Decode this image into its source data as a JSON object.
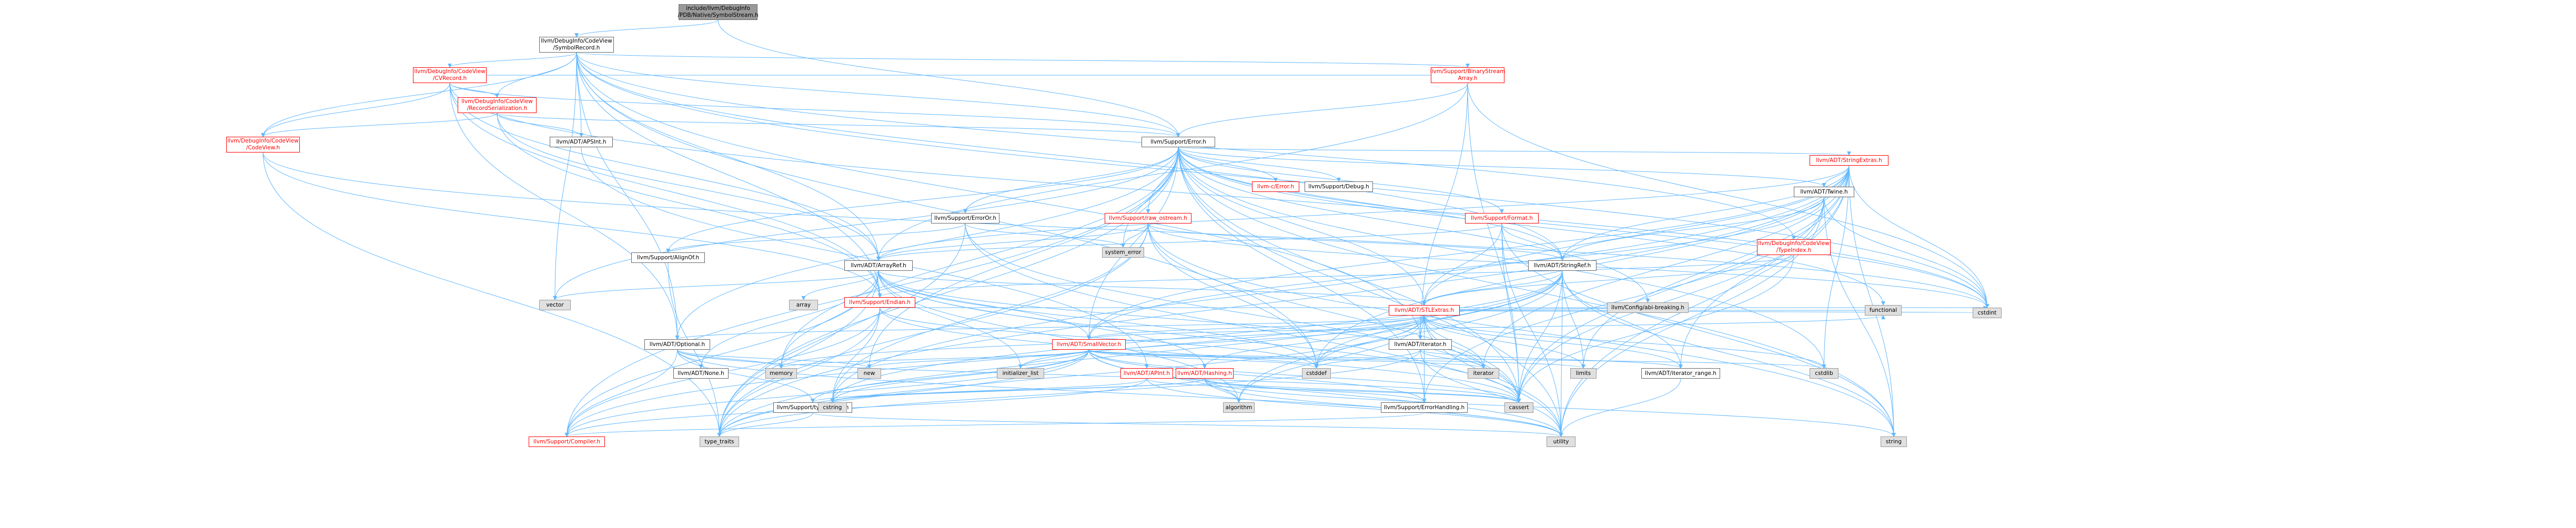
{
  "nodes": [
    {
      "id": "root",
      "lines": [
        "include/llvm/DebugInfo",
        "/PDB/Native/SymbolStream.h"
      ],
      "style": "root"
    },
    {
      "id": "symrec",
      "lines": [
        "llvm/DebugInfo/CodeView",
        "/SymbolRecord.h"
      ],
      "style": "white"
    },
    {
      "id": "cvrecord",
      "lines": [
        "llvm/DebugInfo/CodeView",
        "/CVRecord.h"
      ],
      "style": "red"
    },
    {
      "id": "recser",
      "lines": [
        "llvm/DebugInfo/CodeView",
        "/RecordSerialization.h"
      ],
      "style": "red"
    },
    {
      "id": "codeview",
      "lines": [
        "llvm/DebugInfo/CodeView",
        "/CodeView.h"
      ],
      "style": "red"
    },
    {
      "id": "binstreamarray",
      "lines": [
        "llvm/Support/BinaryStream",
        "Array.h"
      ],
      "style": "red"
    },
    {
      "id": "error",
      "lines": [
        "llvm/Support/Error.h"
      ],
      "style": "white"
    },
    {
      "id": "apsint",
      "lines": [
        "llvm/ADT/APSInt.h"
      ],
      "style": "white"
    },
    {
      "id": "stringextras",
      "lines": [
        "llvm/ADT/StringExtras.h"
      ],
      "style": "red"
    },
    {
      "id": "cerror",
      "lines": [
        "llvm-c/Error.h"
      ],
      "style": "red"
    },
    {
      "id": "debug",
      "lines": [
        "llvm/Support/Debug.h"
      ],
      "style": "white"
    },
    {
      "id": "erroror",
      "lines": [
        "llvm/Support/ErrorOr.h"
      ],
      "style": "white"
    },
    {
      "id": "rawostream",
      "lines": [
        "llvm/Support/raw_ostream.h"
      ],
      "style": "red"
    },
    {
      "id": "format",
      "lines": [
        "llvm/Support/Format.h"
      ],
      "style": "red"
    },
    {
      "id": "twine",
      "lines": [
        "llvm/ADT/Twine.h"
      ],
      "style": "white"
    },
    {
      "id": "typeindex",
      "lines": [
        "llvm/DebugInfo/CodeView",
        "/TypeIndex.h"
      ],
      "style": "red"
    },
    {
      "id": "alignof",
      "lines": [
        "llvm/Support/AlignOf.h"
      ],
      "style": "white"
    },
    {
      "id": "arrayref",
      "lines": [
        "llvm/ADT/ArrayRef.h"
      ],
      "style": "white"
    },
    {
      "id": "systemerror",
      "lines": [
        "system_error"
      ],
      "style": "grey"
    },
    {
      "id": "stringref",
      "lines": [
        "llvm/ADT/StringRef.h"
      ],
      "style": "white"
    },
    {
      "id": "endian",
      "lines": [
        "llvm/Support/Endian.h"
      ],
      "style": "red"
    },
    {
      "id": "stlextras",
      "lines": [
        "llvm/ADT/STLExtras.h"
      ],
      "style": "red"
    },
    {
      "id": "vector",
      "lines": [
        "vector"
      ],
      "style": "grey"
    },
    {
      "id": "array",
      "lines": [
        "array"
      ],
      "style": "grey"
    },
    {
      "id": "optional",
      "lines": [
        "llvm/ADT/Optional.h"
      ],
      "style": "white"
    },
    {
      "id": "smallvector",
      "lines": [
        "llvm/ADT/SmallVector.h"
      ],
      "style": "red"
    },
    {
      "id": "iterator",
      "lines": [
        "llvm/ADT/iterator.h"
      ],
      "style": "white"
    },
    {
      "id": "configabi",
      "lines": [
        "llvm/Config/abi-breaking.h"
      ],
      "style": "grey"
    },
    {
      "id": "functional",
      "lines": [
        "functional"
      ],
      "style": "grey"
    },
    {
      "id": "cstdint",
      "lines": [
        "cstdint"
      ],
      "style": "grey"
    },
    {
      "id": "none",
      "lines": [
        "llvm/ADT/None.h"
      ],
      "style": "white"
    },
    {
      "id": "memory",
      "lines": [
        "memory"
      ],
      "style": "grey"
    },
    {
      "id": "new",
      "lines": [
        "new"
      ],
      "style": "grey"
    },
    {
      "id": "apint",
      "lines": [
        "llvm/ADT/APInt.h"
      ],
      "style": "red"
    },
    {
      "id": "hashing",
      "lines": [
        "llvm/ADT/Hashing.h"
      ],
      "style": "red"
    },
    {
      "id": "initlist",
      "lines": [
        "initializer_list"
      ],
      "style": "grey"
    },
    {
      "id": "cstddef",
      "lines": [
        "cstddef"
      ],
      "style": "grey"
    },
    {
      "id": "iteratorstd",
      "lines": [
        "iterator"
      ],
      "style": "grey"
    },
    {
      "id": "limits",
      "lines": [
        "limits"
      ],
      "style": "grey"
    },
    {
      "id": "iterrange",
      "lines": [
        "llvm/ADT/iterator_range.h"
      ],
      "style": "white"
    },
    {
      "id": "cstdlib",
      "lines": [
        "cstdlib"
      ],
      "style": "grey"
    },
    {
      "id": "typetraits_llvm",
      "lines": [
        "llvm/Support/type_traits.h"
      ],
      "style": "white"
    },
    {
      "id": "errorhandling",
      "lines": [
        "llvm/Support/ErrorHandling.h"
      ],
      "style": "white"
    },
    {
      "id": "cstring",
      "lines": [
        "cstring"
      ],
      "style": "grey"
    },
    {
      "id": "algorithm",
      "lines": [
        "algorithm"
      ],
      "style": "grey"
    },
    {
      "id": "cassert",
      "lines": [
        "cassert"
      ],
      "style": "grey"
    },
    {
      "id": "compiler",
      "lines": [
        "llvm/Support/Compiler.h"
      ],
      "style": "red"
    },
    {
      "id": "typetraits",
      "lines": [
        "type_traits"
      ],
      "style": "grey"
    },
    {
      "id": "utility",
      "lines": [
        "utility"
      ],
      "style": "grey"
    },
    {
      "id": "string",
      "lines": [
        "string"
      ],
      "style": "grey"
    }
  ],
  "edges": [
    [
      "root",
      "symrec"
    ],
    [
      "root",
      "error"
    ],
    [
      "symrec",
      "cvrecord"
    ],
    [
      "symrec",
      "recser"
    ],
    [
      "symrec",
      "codeview"
    ],
    [
      "symrec",
      "binstreamarray"
    ],
    [
      "symrec",
      "apsint"
    ],
    [
      "symrec",
      "arrayref"
    ],
    [
      "symrec",
      "optional"
    ],
    [
      "symrec",
      "stringref"
    ],
    [
      "symrec",
      "iterator"
    ],
    [
      "symrec",
      "endian"
    ],
    [
      "symrec",
      "error"
    ],
    [
      "symrec",
      "vector"
    ],
    [
      "symrec",
      "cstdint"
    ],
    [
      "symrec",
      "cstddef"
    ],
    [
      "symrec",
      "typeindex"
    ],
    [
      "cvrecord",
      "codeview"
    ],
    [
      "cvrecord",
      "recser"
    ],
    [
      "cvrecord",
      "arrayref"
    ],
    [
      "cvrecord",
      "optional"
    ],
    [
      "cvrecord",
      "endian"
    ],
    [
      "cvrecord",
      "error"
    ],
    [
      "cvrecord",
      "binstreamarray"
    ],
    [
      "cvrecord",
      "cstdint"
    ],
    [
      "recser",
      "apsint"
    ],
    [
      "recser",
      "arrayref"
    ],
    [
      "recser",
      "codeview"
    ],
    [
      "recser",
      "endian"
    ],
    [
      "recser",
      "error"
    ],
    [
      "recser",
      "cinttypes"
    ],
    [
      "codeview",
      "cstdint"
    ],
    [
      "codeview",
      "typetraits"
    ],
    [
      "codeview",
      "endian"
    ],
    [
      "binstreamarray",
      "arrayref"
    ],
    [
      "binstreamarray",
      "iterator"
    ],
    [
      "binstreamarray",
      "error"
    ],
    [
      "binstreamarray",
      "cassert"
    ],
    [
      "binstreamarray",
      "cstdint"
    ],
    [
      "apsint",
      "apint"
    ],
    [
      "error",
      "cerror"
    ],
    [
      "error",
      "debug"
    ],
    [
      "error",
      "erroror"
    ],
    [
      "error",
      "rawostream"
    ],
    [
      "error",
      "format"
    ],
    [
      "error",
      "twine"
    ],
    [
      "error",
      "stringextras"
    ],
    [
      "error",
      "alignof"
    ],
    [
      "error",
      "compiler"
    ],
    [
      "error",
      "errorhandling"
    ],
    [
      "error",
      "smallvector"
    ],
    [
      "error",
      "stlextras"
    ],
    [
      "error",
      "configabi"
    ],
    [
      "error",
      "typetraits"
    ],
    [
      "error",
      "utility"
    ],
    [
      "error",
      "string"
    ],
    [
      "error",
      "vector"
    ],
    [
      "error",
      "memory"
    ],
    [
      "error",
      "new"
    ],
    [
      "error",
      "systemerror"
    ],
    [
      "error",
      "cstdint"
    ],
    [
      "error",
      "cassert"
    ],
    [
      "error",
      "cstdlib"
    ],
    [
      "error",
      "functional"
    ],
    [
      "error",
      "optional"
    ],
    [
      "error",
      "stringref"
    ],
    [
      "stringextras",
      "twine"
    ],
    [
      "stringextras",
      "arrayref"
    ],
    [
      "stringextras",
      "stringref"
    ],
    [
      "stringextras",
      "smallvector"
    ],
    [
      "stringextras",
      "cassert"
    ],
    [
      "stringextras",
      "cstddef"
    ],
    [
      "stringextras",
      "cstdint"
    ],
    [
      "stringextras",
      "cstdlib"
    ],
    [
      "stringextras",
      "cstring"
    ],
    [
      "stringextras",
      "iteratorstd"
    ],
    [
      "stringextras",
      "string"
    ],
    [
      "stringextras",
      "utility"
    ],
    [
      "stringextras",
      "limits"
    ],
    [
      "stringextras",
      "iterrange"
    ],
    [
      "stringextras",
      "stlextras"
    ],
    [
      "stringextras",
      "typetraits"
    ],
    [
      "erroror",
      "alignof"
    ],
    [
      "erroror",
      "cassert"
    ],
    [
      "erroror",
      "systemerror"
    ],
    [
      "erroror",
      "typetraits"
    ],
    [
      "erroror",
      "utility"
    ],
    [
      "rawostream",
      "arrayref"
    ],
    [
      "rawostream",
      "stringref"
    ],
    [
      "rawostream",
      "cassert"
    ],
    [
      "rawostream",
      "cstddef"
    ],
    [
      "rawostream",
      "cstdint"
    ],
    [
      "rawostream",
      "cstring"
    ],
    [
      "rawostream",
      "string"
    ],
    [
      "rawostream",
      "systemerror"
    ],
    [
      "rawostream",
      "typetraits"
    ],
    [
      "format",
      "arrayref"
    ],
    [
      "format",
      "stringref"
    ],
    [
      "format",
      "stlextras"
    ],
    [
      "format",
      "cassert"
    ],
    [
      "format",
      "string"
    ],
    [
      "format",
      "utility"
    ],
    [
      "twine",
      "smallvector"
    ],
    [
      "twine",
      "stringref"
    ],
    [
      "twine",
      "errorhandling"
    ],
    [
      "twine",
      "cassert"
    ],
    [
      "twine",
      "cstdint"
    ],
    [
      "twine",
      "string"
    ],
    [
      "twine",
      "utility"
    ],
    [
      "typeindex",
      "endian"
    ],
    [
      "typeindex",
      "cassert"
    ],
    [
      "typeindex",
      "cinttypes"
    ],
    [
      "typeindex",
      "stlextras"
    ],
    [
      "alignof",
      "typetraits"
    ],
    [
      "arrayref",
      "hashing"
    ],
    [
      "arrayref",
      "none"
    ],
    [
      "arrayref",
      "smallvector"
    ],
    [
      "arrayref",
      "stlextras"
    ],
    [
      "arrayref",
      "compiler"
    ],
    [
      "arrayref",
      "algorithm"
    ],
    [
      "arrayref",
      "array"
    ],
    [
      "arrayref",
      "cassert"
    ],
    [
      "arrayref",
      "cstddef"
    ],
    [
      "arrayref",
      "initlist"
    ],
    [
      "arrayref",
      "iteratorstd"
    ],
    [
      "arrayref",
      "memory"
    ],
    [
      "arrayref",
      "typetraits"
    ],
    [
      "arrayref",
      "vector"
    ],
    [
      "stringref",
      "stlextras"
    ],
    [
      "stringref",
      "iterrange"
    ],
    [
      "stringref",
      "compiler"
    ],
    [
      "stringref",
      "algorithm"
    ],
    [
      "stringref",
      "cassert"
    ],
    [
      "stringref",
      "cstddef"
    ],
    [
      "stringref",
      "cstring"
    ],
    [
      "stringref",
      "limits"
    ],
    [
      "stringref",
      "string"
    ],
    [
      "stringref",
      "typetraits"
    ],
    [
      "stringref",
      "utility"
    ],
    [
      "endian",
      "compiler"
    ],
    [
      "endian",
      "cassert"
    ],
    [
      "endian",
      "cstddef"
    ],
    [
      "endian",
      "cstdint"
    ],
    [
      "endian",
      "cstring"
    ],
    [
      "endian",
      "typetraits"
    ],
    [
      "stlextras",
      "optional"
    ],
    [
      "stlextras",
      "iterator"
    ],
    [
      "stlextras",
      "iterrange"
    ],
    [
      "stlextras",
      "configabi"
    ],
    [
      "stlextras",
      "errorhandling"
    ],
    [
      "stlextras",
      "algorithm"
    ],
    [
      "stlextras",
      "cassert"
    ],
    [
      "stlextras",
      "cstddef"
    ],
    [
      "stlextras",
      "cstdint"
    ],
    [
      "stlextras",
      "cstdlib"
    ],
    [
      "stlextras",
      "functional"
    ],
    [
      "stlextras",
      "initlist"
    ],
    [
      "stlextras",
      "iteratorstd"
    ],
    [
      "stlextras",
      "limits"
    ],
    [
      "stlextras",
      "memory"
    ],
    [
      "stlextras",
      "tuple"
    ],
    [
      "stlextras",
      "typetraits"
    ],
    [
      "stlextras",
      "utility"
    ],
    [
      "stlextras",
      "hashing"
    ],
    [
      "stlextras",
      "smallvector"
    ],
    [
      "optional",
      "none"
    ],
    [
      "optional",
      "compiler"
    ],
    [
      "optional",
      "typetraits_llvm"
    ],
    [
      "optional",
      "cassert"
    ],
    [
      "optional",
      "memory"
    ],
    [
      "optional",
      "new"
    ],
    [
      "optional",
      "utility"
    ],
    [
      "smallvector",
      "compiler"
    ],
    [
      "smallvector",
      "typetraits_llvm"
    ],
    [
      "smallvector",
      "algorithm"
    ],
    [
      "smallvector",
      "cassert"
    ],
    [
      "smallvector",
      "cstddef"
    ],
    [
      "smallvector",
      "cstdlib"
    ],
    [
      "smallvector",
      "cstring"
    ],
    [
      "smallvector",
      "functional"
    ],
    [
      "smallvector",
      "initlist"
    ],
    [
      "smallvector",
      "iteratorstd"
    ],
    [
      "smallvector",
      "limits"
    ],
    [
      "smallvector",
      "memory"
    ],
    [
      "smallvector",
      "new"
    ],
    [
      "smallvector",
      "typetraits"
    ],
    [
      "smallvector",
      "utility"
    ],
    [
      "smallvector",
      "errorhandling"
    ],
    [
      "iterator",
      "iterrange"
    ],
    [
      "iterator",
      "cstddef"
    ],
    [
      "iterator",
      "iteratorstd"
    ],
    [
      "iterator",
      "typetraits"
    ],
    [
      "iterator",
      "utility"
    ],
    [
      "apint",
      "compiler"
    ],
    [
      "apint",
      "cassert"
    ],
    [
      "apint",
      "climits"
    ],
    [
      "apint",
      "cstring"
    ],
    [
      "apint",
      "utility"
    ],
    [
      "hashing",
      "errorhandling"
    ],
    [
      "hashing",
      "typetraits_llvm"
    ],
    [
      "hashing",
      "algorithm"
    ],
    [
      "hashing",
      "cassert"
    ],
    [
      "hashing",
      "cstring"
    ],
    [
      "hashing",
      "string"
    ],
    [
      "hashing",
      "tuple"
    ],
    [
      "hashing",
      "utility"
    ],
    [
      "iterrange",
      "utility"
    ],
    [
      "typetraits_llvm",
      "typetraits"
    ],
    [
      "typetraits_llvm",
      "utility"
    ],
    [
      "errorhandling",
      "compiler"
    ]
  ]
}
